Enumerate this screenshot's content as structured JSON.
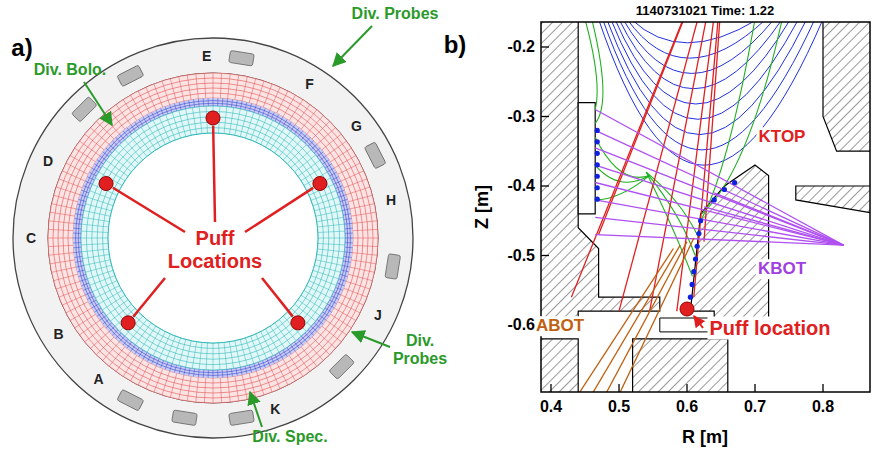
{
  "diagram": {
    "labels": [
      "a)",
      "Div. Probes",
      "Div. Bolo.",
      "Puff Locations",
      "Div. Probes",
      "Div. Spec.",
      "E",
      "F",
      "G",
      "D",
      "H",
      "C",
      "B",
      "J",
      "A",
      "K",
      "b)",
      "1140731021 Time: 1.22",
      "KTOP",
      "KBOT",
      "ABOT",
      "Puff location",
      "-0.2",
      "-0.3",
      "-0.4",
      "-0.5",
      "-0.6",
      "Z [m]",
      "0.4",
      "0.5",
      "0.6",
      "0.7",
      "0.8",
      "R [m]"
    ]
  }
}
